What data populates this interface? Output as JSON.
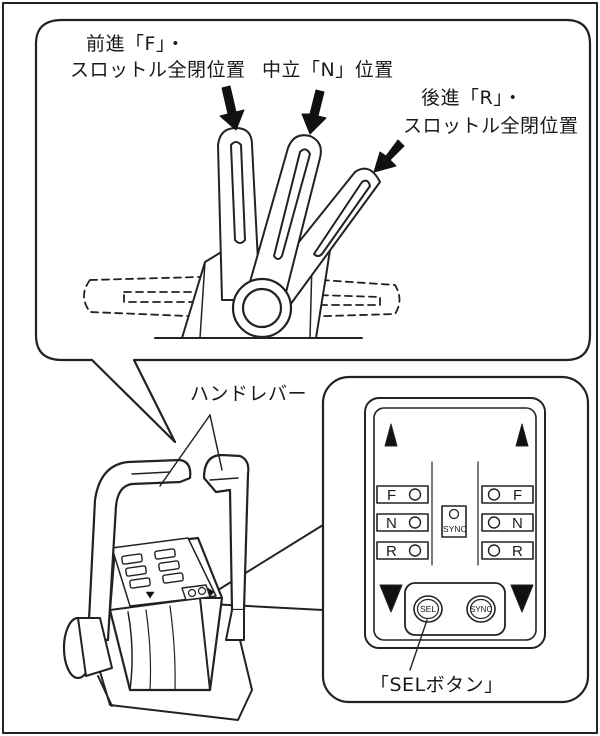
{
  "labels": {
    "forward": "前進「F」・",
    "forward_sub": "スロットル全閉位置",
    "neutral": "中立「N」位置",
    "reverse": "後進「R」・",
    "reverse_sub": "スロットル全閉位置",
    "hand_lever": "ハンドレバー",
    "sel_button": "「SELボタン」"
  },
  "panel": {
    "left_keys": [
      "F",
      "N",
      "R"
    ],
    "right_keys": [
      "F",
      "N",
      "R"
    ],
    "sync_label": "SYNC",
    "sel_button": "SEL",
    "sync_button": "SYNC"
  }
}
